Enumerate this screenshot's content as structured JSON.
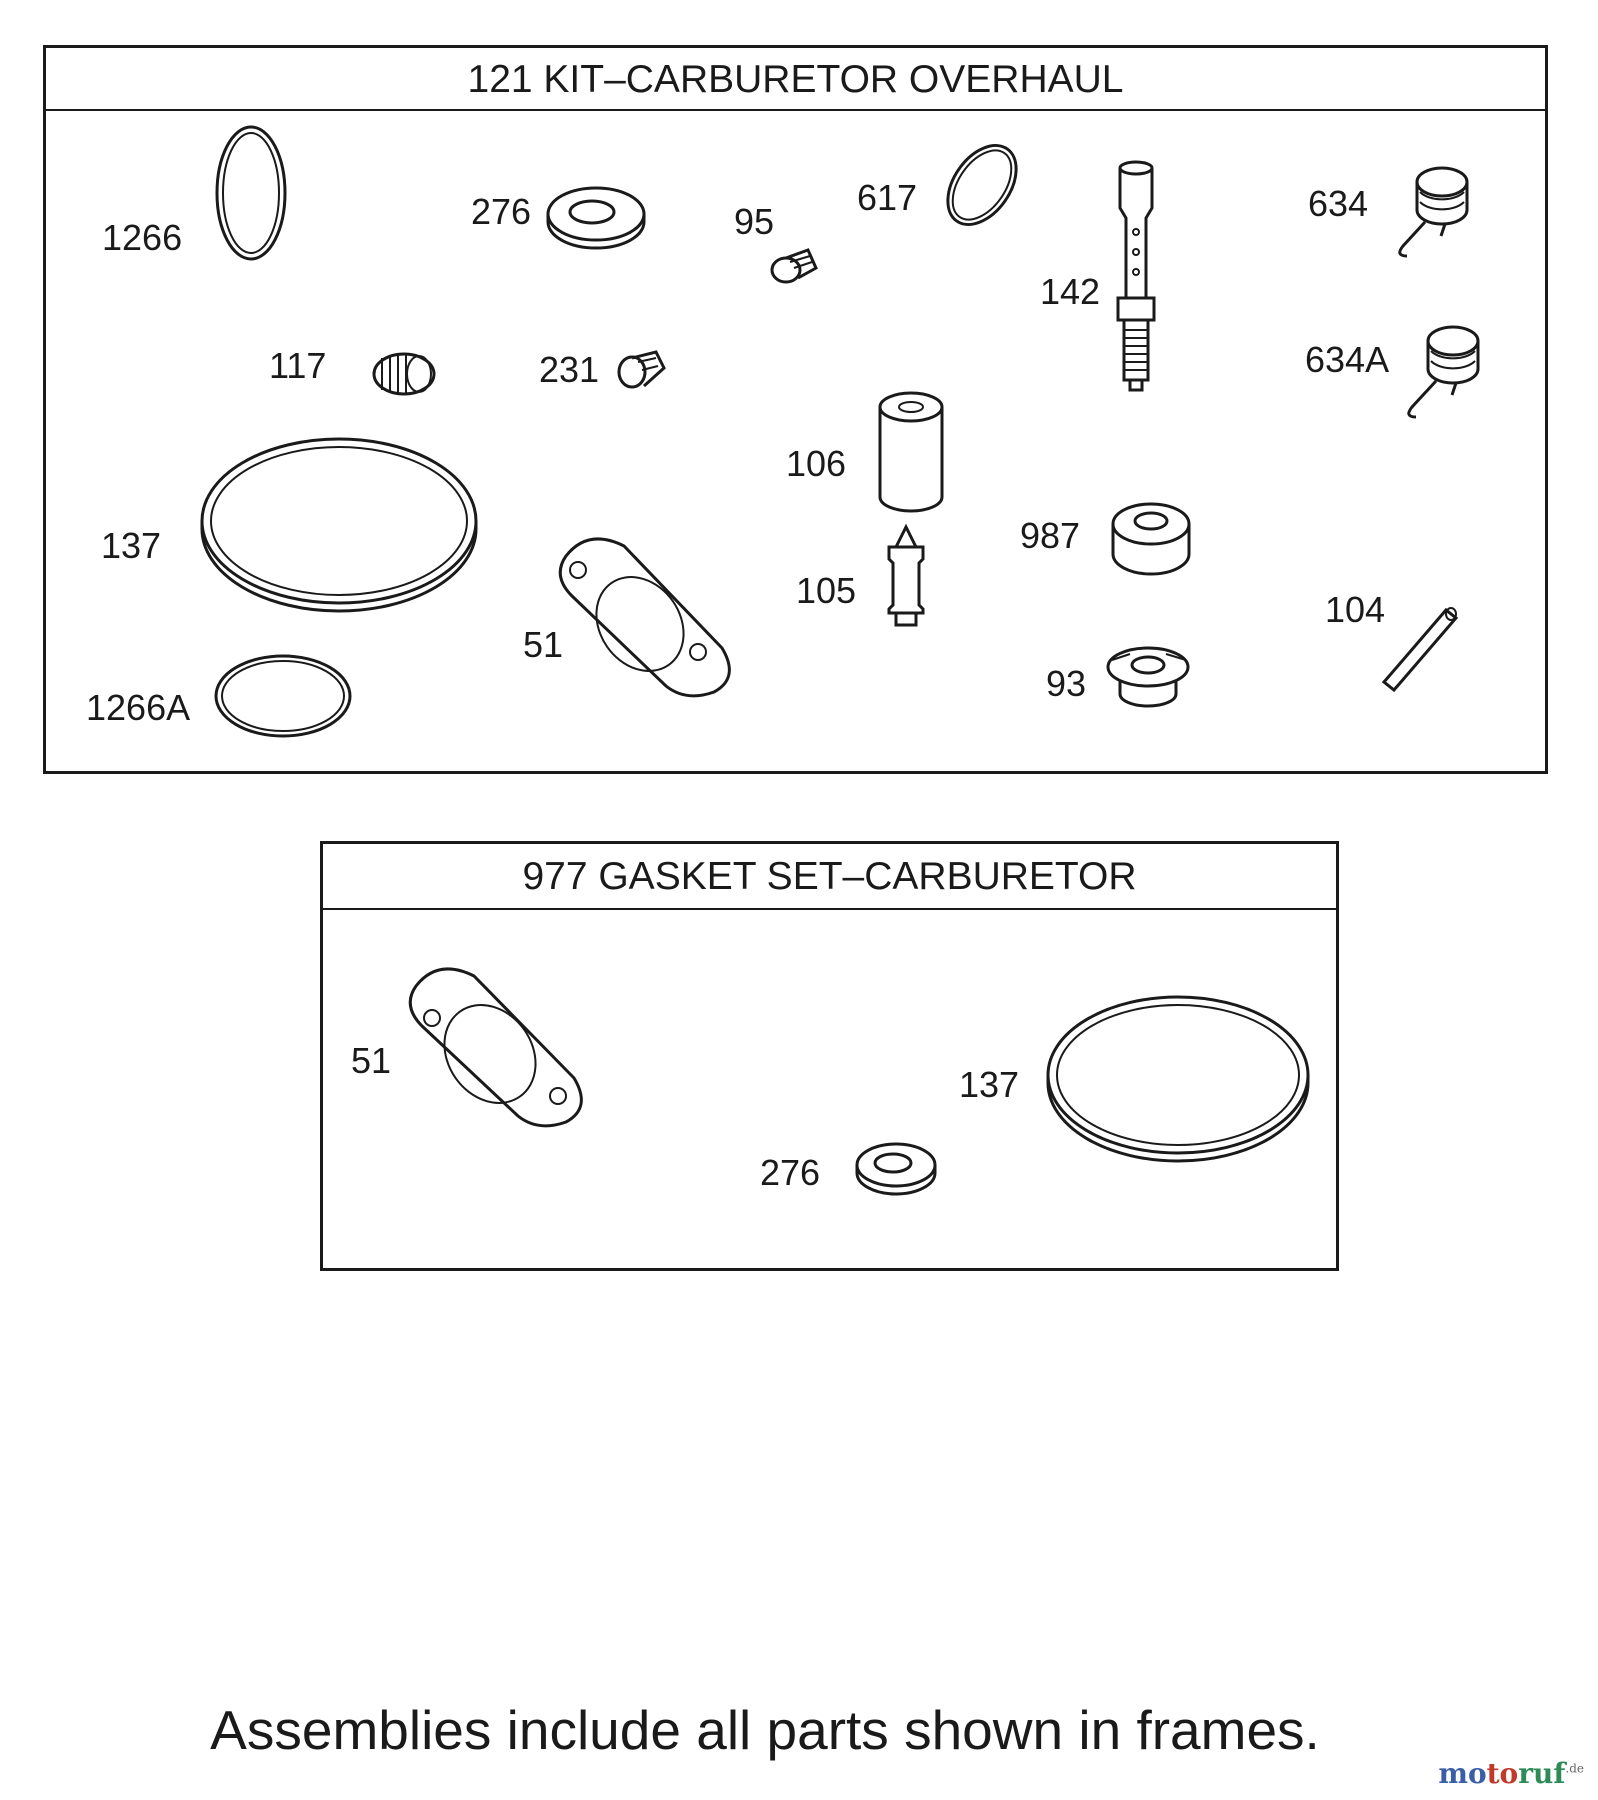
{
  "kit_overhaul": {
    "title": "121 KIT–CARBURETOR OVERHAUL",
    "labels": {
      "p1266": "1266",
      "p276": "276",
      "p95": "95",
      "p617": "617",
      "p142": "142",
      "p634": "634",
      "p634A": "634A",
      "p117": "117",
      "p231": "231",
      "p106": "106",
      "p137": "137",
      "p987": "987",
      "p105": "105",
      "p51": "51",
      "p104": "104",
      "p93": "93",
      "p1266A": "1266A"
    }
  },
  "gasket_set": {
    "title": "977 GASKET SET–CARBURETOR",
    "labels": {
      "p51": "51",
      "p137": "137",
      "p276": "276"
    }
  },
  "footer_note": "Assemblies include all parts shown in frames.",
  "watermark": "motoruf.de"
}
